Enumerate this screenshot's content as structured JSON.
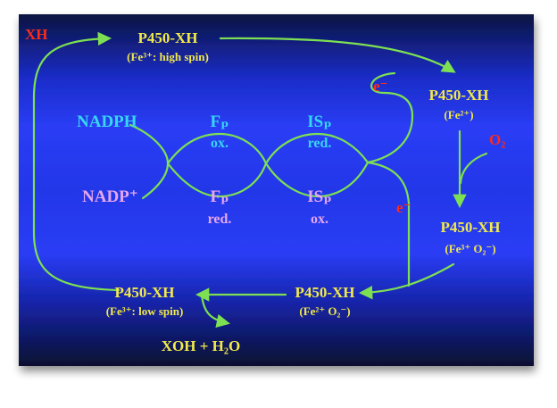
{
  "colors": {
    "panel_dark": "#0b1440",
    "panel_light": "#2a3df5",
    "arrow": "#7de053",
    "yellow_text": "#f2e94a",
    "cyan_text": "#36d7f2",
    "pink_text": "#e7a6f0",
    "red_text": "#ff2a1a"
  },
  "diagram": {
    "substrate": "XH",
    "state_top": {
      "name": "P450-XH",
      "detail": "(Fe³⁺: high spin)"
    },
    "state_right1": {
      "name": "P450-XH",
      "detail": "(Fe²⁺)"
    },
    "oxygen": "O₂",
    "state_right2": {
      "name": "P450-XH",
      "detail": "(Fe³⁺ O₂⁻)"
    },
    "state_bottom_mid": {
      "name": "P450-XH",
      "detail": "(Fe²⁺ O₂⁻)"
    },
    "state_bottom_left": {
      "name": "P450-XH",
      "detail": "(Fe³⁺: low spin)"
    },
    "product": "XOH + H₂O",
    "electron_upper": "e⁻",
    "electron_lower": "e⁻",
    "nadph": "NADPH",
    "nadp": "NADP⁺",
    "fp_ox": {
      "name": "Fₚ",
      "state": "ox."
    },
    "fp_red": {
      "name": "Fₚ",
      "state": "red."
    },
    "isp_red": {
      "name": "ISₚ",
      "state": "red."
    },
    "isp_ox": {
      "name": "ISₚ",
      "state": "ox."
    }
  }
}
